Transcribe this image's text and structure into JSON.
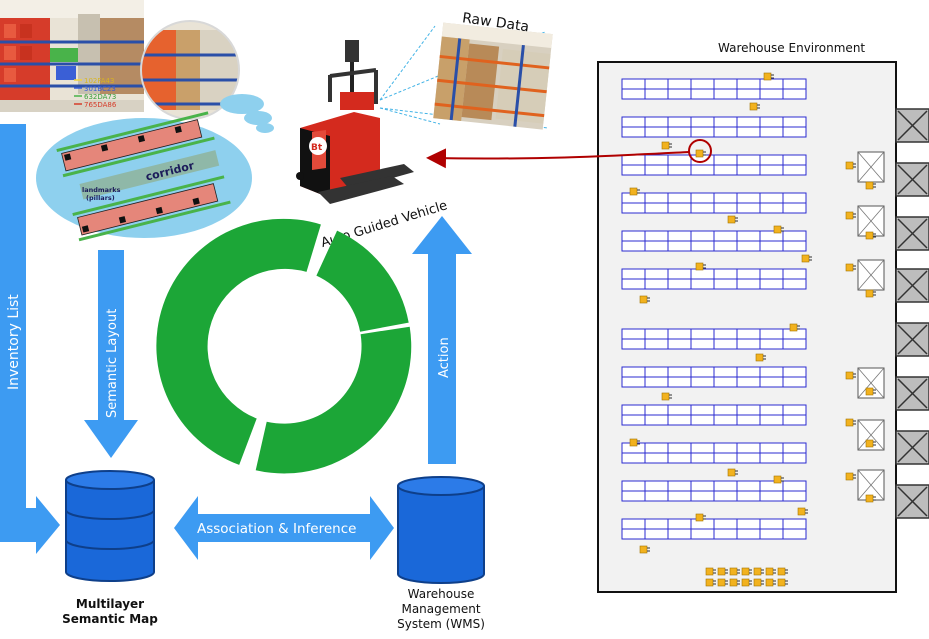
{
  "labels": {
    "raw_data": "Raw Data",
    "warehouse_env": "Warehouse Environment",
    "agv": "Auto Guided Vehicle",
    "inventory_list": "Inventory List",
    "semantic_layout": "Semantic Layout",
    "action": "Action",
    "association": "Association & Inference",
    "map_line1": "Multilayer",
    "map_line2": "Semantic Map",
    "wms_line1": "Warehouse",
    "wms_line2": "Management",
    "wms_line3": "System (WMS)",
    "corridor": "corridor",
    "landmarks_line1": "landmarks",
    "landmarks_line2": "(pillars)",
    "agv_brand": "Bt"
  },
  "inventory_codes": [
    "102FA43",
    "301BC23",
    "632DA73",
    "765DA86"
  ],
  "colors": {
    "arrow_blue": "#3d9bf2",
    "db_blue": "#1a68d9",
    "cycle_green": "#1ca637",
    "rack_blue": "#2b2bd0",
    "agv_orange": "#f2b21e",
    "bubble_blue": "#8ed0ee",
    "dock_gray": "#bdbdbd",
    "link_red": "#b00000"
  }
}
